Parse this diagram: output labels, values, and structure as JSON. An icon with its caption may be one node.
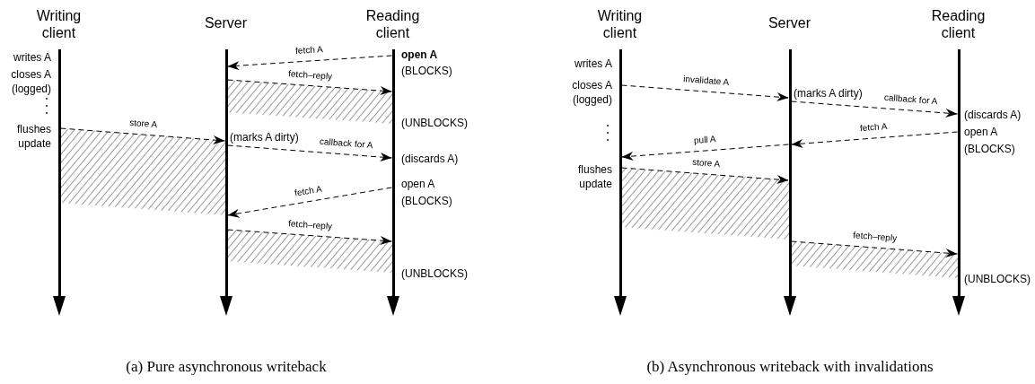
{
  "diagram": {
    "nodes": [
      {
        "text": [
          "Writing client"
        ],
        "beside": [
          "writes A",
          "closes A (logged)",
          "flushes update"
        ]
      },
      {
        "text": [
          "Server"
        ],
        "beside": [
          "(marks A dirty)"
        ]
      },
      {
        "text": [
          "Reading client"
        ],
        "beside": [
          "open A",
          "(BLOCKS)",
          "(UNBLOCKS)",
          "(discards A)",
          "open A",
          "(BLOCKS)",
          "(UNBLOCKS)"
        ]
      },
      {
        "text": [
          "Writing client"
        ],
        "beside": [
          "writes A",
          "closes A (logged)",
          "flushes update"
        ]
      },
      {
        "text": [
          "Server"
        ],
        "beside": [
          "(marks A dirty)"
        ]
      },
      {
        "text": [
          "Reading client"
        ],
        "beside": [
          "(discards A)",
          "open A",
          "(BLOCKS)",
          "(UNBLOCKS)"
        ]
      }
    ],
    "edges": [
      {
        "from": 2,
        "to": 1,
        "arrow": "to",
        "label": "fetch A",
        "style": "dashed"
      },
      {
        "from": 1,
        "to": 2,
        "arrow": "to",
        "label": "fetch–reply",
        "style": "dashed"
      },
      {
        "from": 0,
        "to": 1,
        "arrow": "to",
        "label": "store A",
        "style": "dashed"
      },
      {
        "from": 1,
        "to": 2,
        "arrow": "to",
        "label": "callback for A",
        "style": "dashed"
      },
      {
        "from": 2,
        "to": 1,
        "arrow": "to",
        "label": "fetch A",
        "style": "dashed"
      },
      {
        "from": 1,
        "to": 2,
        "arrow": "to",
        "label": "fetch–reply",
        "style": "dashed"
      },
      {
        "from": 3,
        "to": 4,
        "arrow": "to",
        "label": "invalidate A",
        "style": "dashed"
      },
      {
        "from": 4,
        "to": 5,
        "arrow": "to",
        "label": "callback for A",
        "style": "dashed"
      },
      {
        "from": 5,
        "to": 4,
        "arrow": "to",
        "label": "fetch A",
        "style": "dashed"
      },
      {
        "from": 4,
        "to": 3,
        "arrow": "to",
        "label": "pull A",
        "style": "dashed"
      },
      {
        "from": 3,
        "to": 4,
        "arrow": "to",
        "label": "store A",
        "style": "dashed"
      },
      {
        "from": 4,
        "to": 5,
        "arrow": "to",
        "label": "fetch–reply",
        "style": "dashed"
      }
    ],
    "labels": [
      "(a) Pure asynchronous writeback",
      "(b) Asynchronous writeback with invalidations"
    ]
  }
}
